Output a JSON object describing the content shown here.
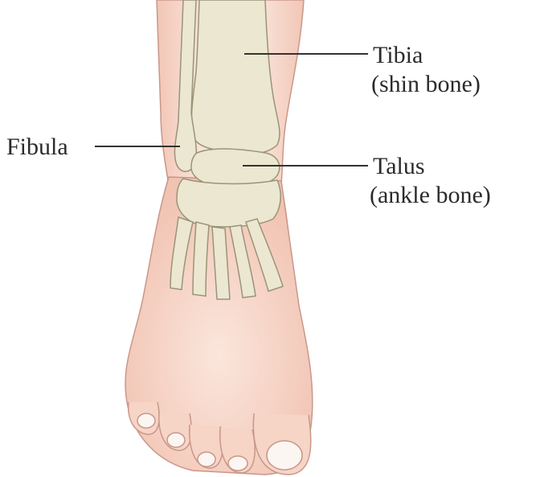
{
  "labels": {
    "tibia": {
      "line1": "Tibia",
      "line2": "(shin bone)"
    },
    "fibula": {
      "line1": "Fibula"
    },
    "talus": {
      "line1": "Talus",
      "line2": "(ankle bone)"
    }
  },
  "colors": {
    "skin": "#f6d9cc",
    "skin_shadow": "#eeb9a6",
    "bone": "#ece7d0",
    "bone_outline": "#9a9478",
    "leader_line": "#333333",
    "nail": "#fbf6f2"
  }
}
